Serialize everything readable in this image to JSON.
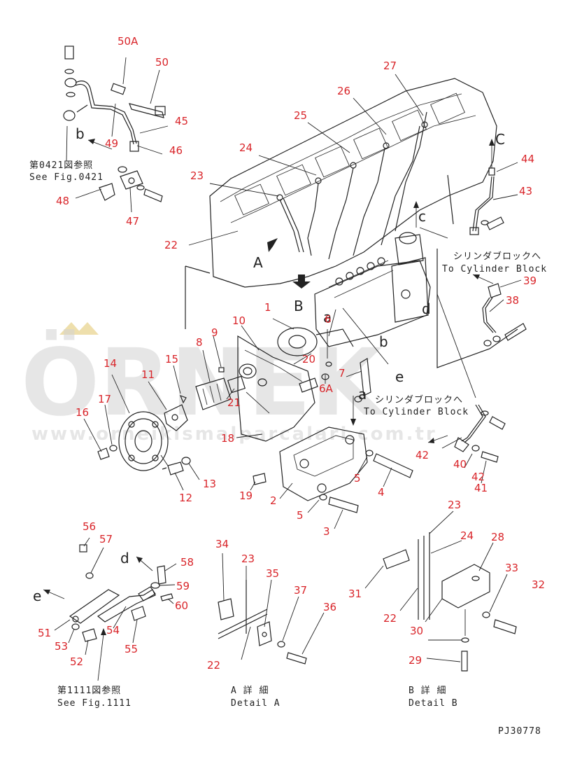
{
  "drawing_code": "PJ30778",
  "watermark": {
    "brand": "ÖRNEK",
    "url": "www.orneikismalparcalari.com.tr"
  },
  "callouts": [
    {
      "id": "c-50A",
      "text": "50A"
    },
    {
      "id": "c-50",
      "text": "50"
    },
    {
      "id": "c-45",
      "text": "45"
    },
    {
      "id": "c-46",
      "text": "46"
    },
    {
      "id": "c-49",
      "text": "49"
    },
    {
      "id": "c-48",
      "text": "48"
    },
    {
      "id": "c-47",
      "text": "47"
    },
    {
      "id": "c-27",
      "text": "27"
    },
    {
      "id": "c-26",
      "text": "26"
    },
    {
      "id": "c-25",
      "text": "25"
    },
    {
      "id": "c-24",
      "text": "24"
    },
    {
      "id": "c-23",
      "text": "23"
    },
    {
      "id": "c-22",
      "text": "22"
    },
    {
      "id": "c-44",
      "text": "44"
    },
    {
      "id": "c-43",
      "text": "43"
    },
    {
      "id": "c-39",
      "text": "39"
    },
    {
      "id": "c-38",
      "text": "38"
    },
    {
      "id": "c-1",
      "text": "1"
    },
    {
      "id": "c-10",
      "text": "10"
    },
    {
      "id": "c-9",
      "text": "9"
    },
    {
      "id": "c-8",
      "text": "8"
    },
    {
      "id": "c-20",
      "text": "20"
    },
    {
      "id": "c-6",
      "text": "6"
    },
    {
      "id": "c-7",
      "text": "7"
    },
    {
      "id": "c-6A",
      "text": "6A"
    },
    {
      "id": "c-14",
      "text": "14"
    },
    {
      "id": "c-11",
      "text": "11"
    },
    {
      "id": "c-15",
      "text": "15"
    },
    {
      "id": "c-21",
      "text": "21"
    },
    {
      "id": "c-17",
      "text": "17"
    },
    {
      "id": "c-16",
      "text": "16"
    },
    {
      "id": "c-18",
      "text": "18"
    },
    {
      "id": "c-13",
      "text": "13"
    },
    {
      "id": "c-12",
      "text": "12"
    },
    {
      "id": "c-19",
      "text": "19"
    },
    {
      "id": "c-2",
      "text": "2"
    },
    {
      "id": "c-5a",
      "text": "5"
    },
    {
      "id": "c-5b",
      "text": "5"
    },
    {
      "id": "c-4",
      "text": "4"
    },
    {
      "id": "c-3",
      "text": "3"
    },
    {
      "id": "c-42a",
      "text": "42"
    },
    {
      "id": "c-40",
      "text": "40"
    },
    {
      "id": "c-42b",
      "text": "42"
    },
    {
      "id": "c-41",
      "text": "41"
    },
    {
      "id": "c-56",
      "text": "56"
    },
    {
      "id": "c-57",
      "text": "57"
    },
    {
      "id": "c-58",
      "text": "58"
    },
    {
      "id": "c-59",
      "text": "59"
    },
    {
      "id": "c-60",
      "text": "60"
    },
    {
      "id": "c-51",
      "text": "51"
    },
    {
      "id": "c-54",
      "text": "54"
    },
    {
      "id": "c-53",
      "text": "53"
    },
    {
      "id": "c-52",
      "text": "52"
    },
    {
      "id": "c-55",
      "text": "55"
    },
    {
      "id": "c-34",
      "text": "34"
    },
    {
      "id": "c-23A",
      "text": "23"
    },
    {
      "id": "c-35",
      "text": "35"
    },
    {
      "id": "c-37",
      "text": "37"
    },
    {
      "id": "c-36",
      "text": "36"
    },
    {
      "id": "c-22A",
      "text": "22"
    },
    {
      "id": "c-23B",
      "text": "23"
    },
    {
      "id": "c-24B",
      "text": "24"
    },
    {
      "id": "c-28",
      "text": "28"
    },
    {
      "id": "c-33",
      "text": "33"
    },
    {
      "id": "c-32",
      "text": "32"
    },
    {
      "id": "c-31",
      "text": "31"
    },
    {
      "id": "c-22B",
      "text": "22"
    },
    {
      "id": "c-30",
      "text": "30"
    },
    {
      "id": "c-29",
      "text": "29"
    }
  ],
  "letters": [
    {
      "id": "l-b-top",
      "text": "b"
    },
    {
      "id": "l-C",
      "text": "C"
    },
    {
      "id": "l-c",
      "text": "c"
    },
    {
      "id": "l-A",
      "text": "A"
    },
    {
      "id": "l-B",
      "text": "B"
    },
    {
      "id": "l-a1",
      "text": "a"
    },
    {
      "id": "l-b2",
      "text": "b"
    },
    {
      "id": "l-d",
      "text": "d"
    },
    {
      "id": "l-e",
      "text": "e"
    },
    {
      "id": "l-a2",
      "text": "a"
    },
    {
      "id": "l-d2",
      "text": "d"
    },
    {
      "id": "l-e2",
      "text": "e"
    }
  ],
  "captions": {
    "see_0421_jp": "第0421図参照",
    "see_0421_en": "See Fig.0421",
    "cyl_block_jp_1": "シリンダブロックへ",
    "cyl_block_en_1": "To Cylinder Block",
    "cyl_block_jp_2": "シリンダブロックへ",
    "cyl_block_en_2": "To Cylinder Block",
    "see_1111_jp": "第1111図参照",
    "see_1111_en": "See Fig.1111",
    "detail_a_jp": "A 詳 細",
    "detail_a_en": "Detail A",
    "detail_b_jp": "B 詳 細",
    "detail_b_en": "Detail B"
  }
}
